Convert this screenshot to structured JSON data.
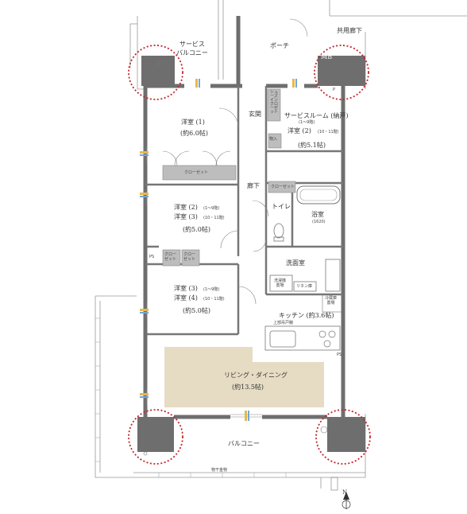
{
  "labels": {
    "service_balcony": "サービス\nバルコニー",
    "porch": "ポーチ",
    "common_corridor": "共用廊下",
    "mb": "MB",
    "p_meter": "P",
    "entrance": "玄関",
    "shoes_in_closet": "シューズインクローゼット",
    "storage": "物入",
    "bedroom1": "洋室 (1)",
    "bedroom1_size": "(約6.0帖)",
    "closet": "クローゼット",
    "service_room": "サービスルーム (納戸)",
    "service_room_floors": "(1〜9階)",
    "bedroom2_alt": "洋室 (2)",
    "bedroom2_alt_floors": "(10・11階)",
    "service_room_size": "(約5.1帖)",
    "hallway": "廊下",
    "toilet": "トイレ",
    "bathroom": "浴室",
    "bathroom_size": "(1620)",
    "bedroom2": "洋室 (2)",
    "bedroom2_floors": "(1〜9階)",
    "bedroom3_upper": "洋室 (3)",
    "bedroom3_upper_floors": "(10・11階)",
    "bedroom2_size": "(約5.0帖)",
    "ps": "PS",
    "closet_short": "クロー\nゼット",
    "washroom": "洗面室",
    "washing_dryer": "洗濯機\n置場",
    "linen": "リネン庫",
    "bedroom3": "洋室 (3)",
    "bedroom3_floors": "(1〜9階)",
    "bedroom4": "洋室 (4)",
    "bedroom4_floors": "(10・11階)",
    "bedroom3_size": "(約5.0帖)",
    "fridge": "冷蔵庫\n置場",
    "kitchen": "キッチン (約3.6帖)",
    "cupboard": "上部吊戸棚",
    "living_dining": "リビング・ダイニング",
    "living_dining_size": "(約13.5帖)",
    "balcony": "バルコニー",
    "clothes_pole": "物干金物",
    "north": "N"
  },
  "colors": {
    "wall": "#6e6e6e",
    "ldk_highlight": "#e6dcc4",
    "circle": "#c0262d",
    "closet": "#bdbdbd",
    "window_orange": "#e8b84a",
    "window_blue": "#6fa8d8"
  }
}
